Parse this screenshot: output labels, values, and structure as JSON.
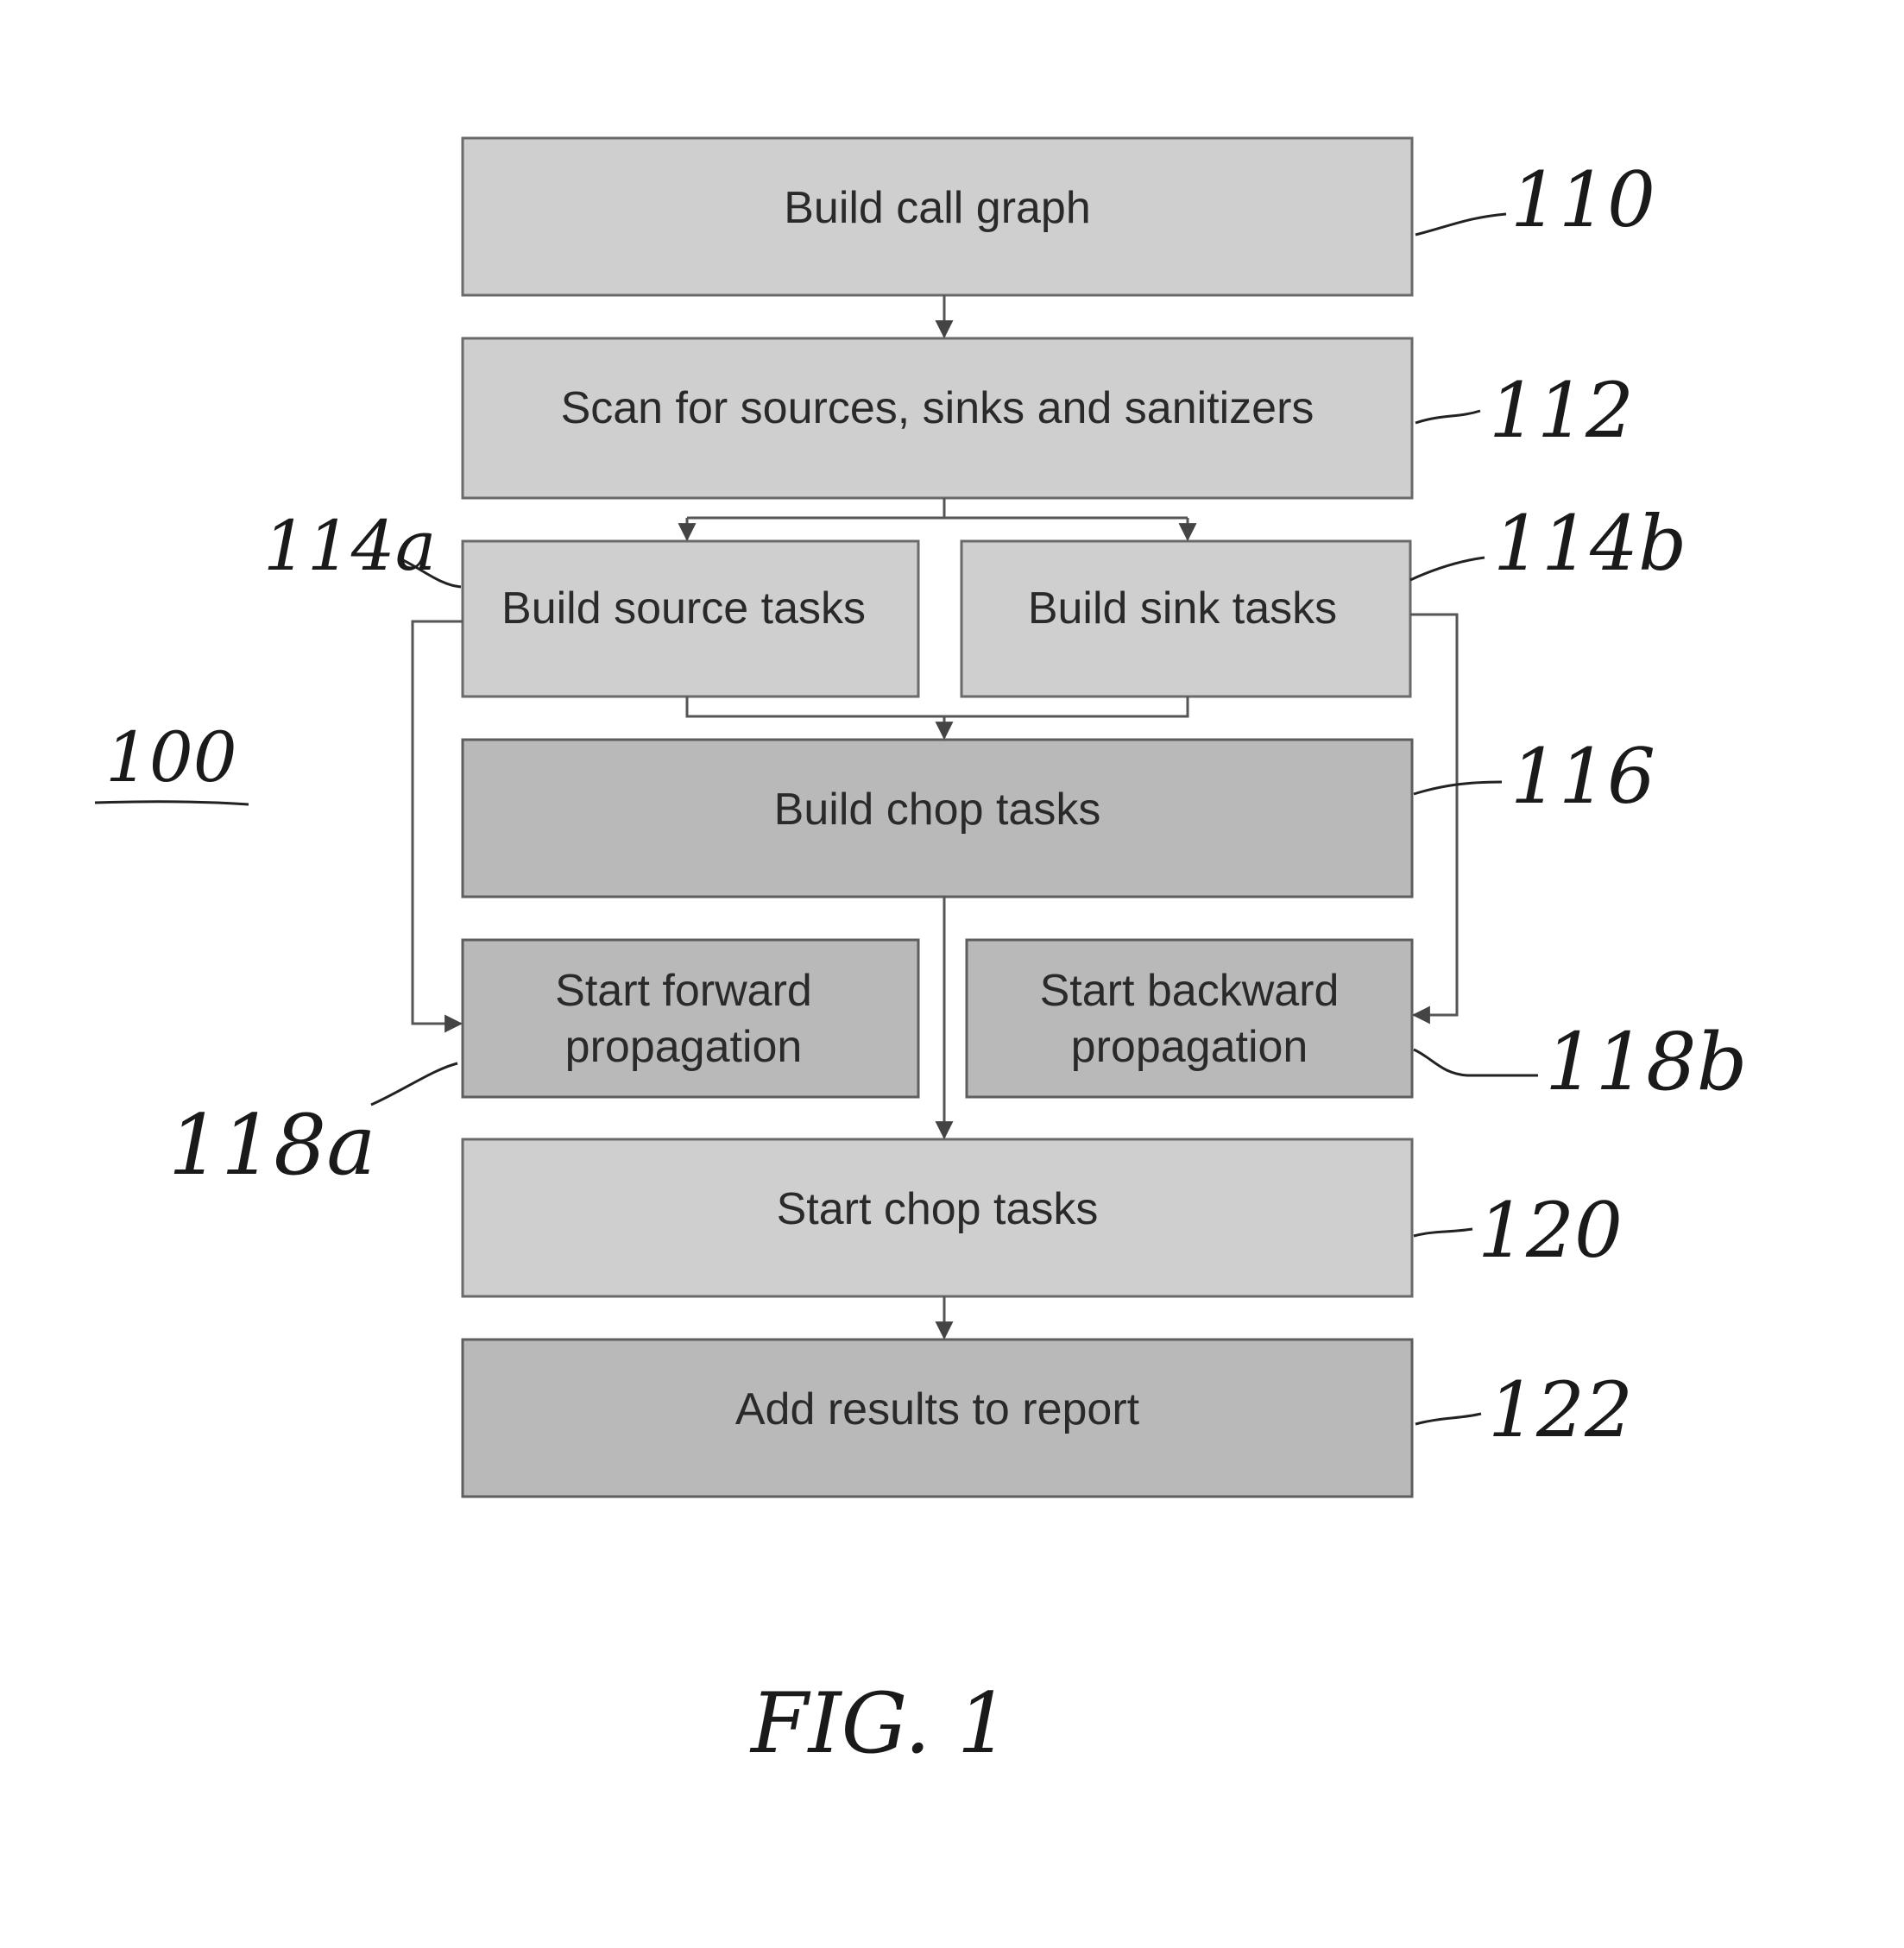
{
  "diagram": {
    "steps": {
      "build_call_graph": "Build call graph",
      "scan": "Scan for sources, sinks and sanitizers",
      "build_source_tasks": "Build source tasks",
      "build_sink_tasks": "Build sink tasks",
      "build_chop_tasks": "Build chop tasks",
      "start_forward_1": "Start forward",
      "start_forward_2": "propagation",
      "start_backward_1": "Start backward",
      "start_backward_2": "propagation",
      "start_chop_tasks": "Start chop tasks",
      "add_results": "Add results to report"
    },
    "refs": {
      "r110": "110",
      "r112": "112",
      "r114a": "114a",
      "r114b": "114b",
      "r116": "116",
      "r118a": "118a",
      "r118b": "118b",
      "r120": "120",
      "r122": "122",
      "r100": "100"
    },
    "figure_label": "FIG. 1"
  }
}
